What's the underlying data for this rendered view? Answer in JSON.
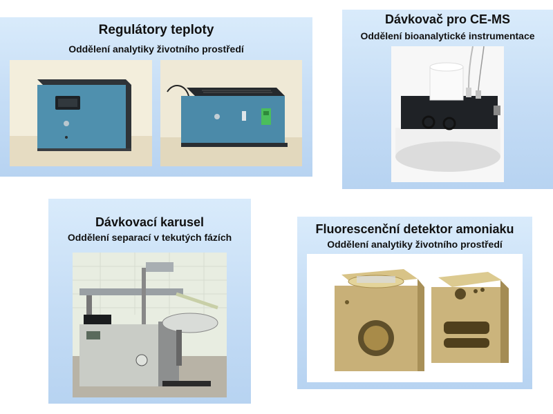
{
  "panels": [
    {
      "title": "Regulátory teploty",
      "subtitle": "Oddělení analytiky životního prostředí"
    },
    {
      "title": "Dávkovač pro CE-MS",
      "subtitle": "Oddělení bioanalytické instrumentace"
    },
    {
      "title": "Dávkovací karusel",
      "subtitle": "Oddělení separací v tekutých fázích"
    },
    {
      "title": "Fluorescenční detektor amoniaku",
      "subtitle": "Oddělení analytiky životního prostředí"
    }
  ],
  "colors": {
    "panel_bg": "#c9e0f7",
    "device_blue": "#4e8fae",
    "device_dark": "#2a2e32",
    "brass": "#c9b27a"
  }
}
